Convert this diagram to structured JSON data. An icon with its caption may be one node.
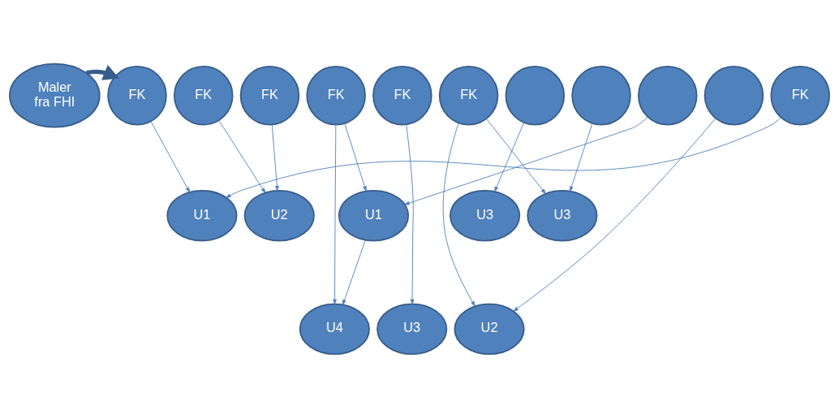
{
  "diagram": {
    "nodes": [
      {
        "text": [
          "Maler fra FHI"
        ]
      },
      {
        "text": [
          "FK"
        ]
      },
      {
        "text": [
          "FK"
        ]
      },
      {
        "text": [
          "FK"
        ]
      },
      {
        "text": [
          "FK"
        ]
      },
      {
        "text": [
          "FK"
        ]
      },
      {
        "text": [
          "FK"
        ]
      },
      {
        "text": [],
        "shape": "circle"
      },
      {
        "text": [],
        "shape": "circle"
      },
      {
        "text": [],
        "shape": "circle"
      },
      {
        "text": [],
        "shape": "circle"
      },
      {
        "text": [
          "FK"
        ]
      },
      {
        "text": [
          "U1"
        ]
      },
      {
        "text": [
          "U2"
        ]
      },
      {
        "text": [
          "U1"
        ]
      },
      {
        "text": [
          "U3"
        ]
      },
      {
        "text": [
          "U3"
        ]
      },
      {
        "text": [
          "U4"
        ]
      },
      {
        "text": [
          "U3"
        ]
      },
      {
        "text": [
          "U2"
        ]
      }
    ],
    "edges": [
      {
        "from": 0,
        "to": 1,
        "arrow": "to",
        "style": "thick"
      },
      {
        "from": 1,
        "to": 12,
        "arrow": "to"
      },
      {
        "from": 2,
        "to": 13,
        "arrow": "to"
      },
      {
        "from": 3,
        "to": 13,
        "arrow": "to"
      },
      {
        "from": 4,
        "to": 17,
        "arrow": "to"
      },
      {
        "from": 4,
        "to": 14,
        "arrow": "to"
      },
      {
        "from": 5,
        "to": 18,
        "arrow": "to"
      },
      {
        "from": 14,
        "to": 17,
        "arrow": "to"
      },
      {
        "from": 6,
        "to": 19,
        "arrow": "to"
      },
      {
        "from": 6,
        "to": 16,
        "arrow": "to"
      },
      {
        "from": 7,
        "to": 15,
        "arrow": "to"
      },
      {
        "from": 8,
        "to": 16,
        "arrow": "to"
      },
      {
        "from": 9,
        "to": 14,
        "arrow": "to"
      },
      {
        "from": 10,
        "to": 19,
        "arrow": "to"
      },
      {
        "from": 11,
        "to": 12,
        "arrow": "to"
      }
    ]
  }
}
